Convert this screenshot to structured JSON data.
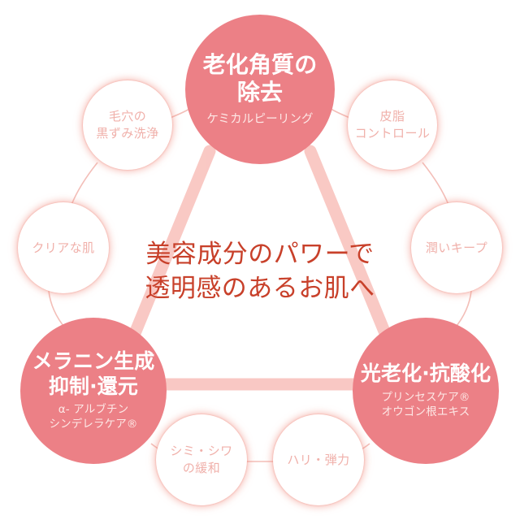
{
  "theme": {
    "main_circle_color": "#ec8086",
    "main_text_color": "#ffffff",
    "main_sub_text_color": "#fde8e6",
    "satellite_fill": "#ffffff",
    "satellite_text_color": "#f0b0aa",
    "satellite_glow_color": "#f18e81",
    "triangle_color": "#f9c4bf",
    "connector_line_color": "#f1b3ab",
    "center_text_color": "#c8402a",
    "background": "#ffffff"
  },
  "center": {
    "line1": "美容成分のパワーで",
    "line2": "透明感のあるお肌へ"
  },
  "main_circles": [
    {
      "id": "top",
      "heading": "老化角質の\n除去",
      "sub": "ケミカルピーリング"
    },
    {
      "id": "bottom-left",
      "heading": "メラニン生成\n抑制·還元",
      "sub": "α- アルブチン\nシンデレラケア®"
    },
    {
      "id": "bottom-right",
      "heading": "光老化·抗酸化",
      "sub": "プリンセスケア®\nオウゴン根エキス"
    }
  ],
  "satellites": [
    {
      "id": "top-left",
      "label": "毛穴の\n黒ずみ洗浄"
    },
    {
      "id": "top-right",
      "label": "皮脂\nコントロール"
    },
    {
      "id": "left",
      "label": "クリアな肌"
    },
    {
      "id": "right",
      "label": "潤いキープ"
    },
    {
      "id": "bottom-left",
      "label": "シミ・シワ\nの緩和"
    },
    {
      "id": "bottom-right",
      "label": "ハリ・弾力"
    }
  ]
}
